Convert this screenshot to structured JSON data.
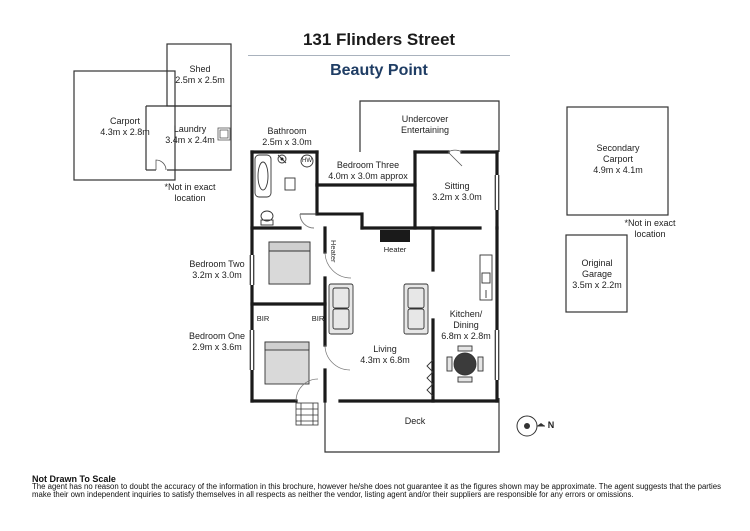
{
  "header": {
    "title": "131 Flinders Street",
    "subtitle": "Beauty Point"
  },
  "rooms": {
    "carport": {
      "name": "Carport",
      "size": "4.3m x 2.8m"
    },
    "shed": {
      "name": "Shed",
      "size": "2.5m x 2.5m"
    },
    "laundry": {
      "name": "Laundry",
      "size": "3.4m x 2.4m"
    },
    "bathroom": {
      "name": "Bathroom",
      "size": "2.5m x 3.0m"
    },
    "undercover": {
      "name": "Undercover",
      "name2": "Entertaining"
    },
    "bedroom_three": {
      "name": "Bedroom Three",
      "size": "4.0m x 3.0m approx"
    },
    "sitting": {
      "name": "Sitting",
      "size": "3.2m x 3.0m"
    },
    "bedroom_two": {
      "name": "Bedroom Two",
      "size": "3.2m x 3.0m"
    },
    "bedroom_one": {
      "name": "Bedroom One",
      "size": "2.9m x 3.6m"
    },
    "living": {
      "name": "Living",
      "size": "4.3m x 6.8m"
    },
    "kitchen": {
      "name": "Kitchen/",
      "name2": "Dining",
      "size": "6.8m x 2.8m"
    },
    "deck": {
      "name": "Deck"
    },
    "secondary_carport": {
      "name": "Secondary",
      "name2": "Carport",
      "size": "4.9m x 4.1m"
    },
    "original_garage": {
      "name": "Original",
      "name2": "Garage",
      "size": "3.5m x 2.2m"
    }
  },
  "notes": {
    "left_note_1": "*Not in exact",
    "left_note_2": "location",
    "right_note_1": "*Not in exact",
    "right_note_2": "location"
  },
  "fixtures": {
    "heater_vertical": "Heater",
    "heater_living": "Heater",
    "hw": "HW",
    "bir_left": "BIR",
    "bir_right": "BIR"
  },
  "compass": {
    "north": "N"
  },
  "footer": {
    "title": "Not Drawn To Scale",
    "disclaimer": "The agent has no reason to doubt the accuracy of the information in this brochure, however he/she does not guarantee it as the figures shown may be approximate. The agent suggests that the parties make their own independent inquiries to satisfy themselves in all respects as neither the vendor, listing agent and/or their suppliers are responsible for any errors or omissions."
  },
  "colors": {
    "title_color": "#1b1b1b",
    "subtitle_color": "#1f3d64",
    "wall_color": "#1a1a1a",
    "outline_color": "#333333"
  }
}
